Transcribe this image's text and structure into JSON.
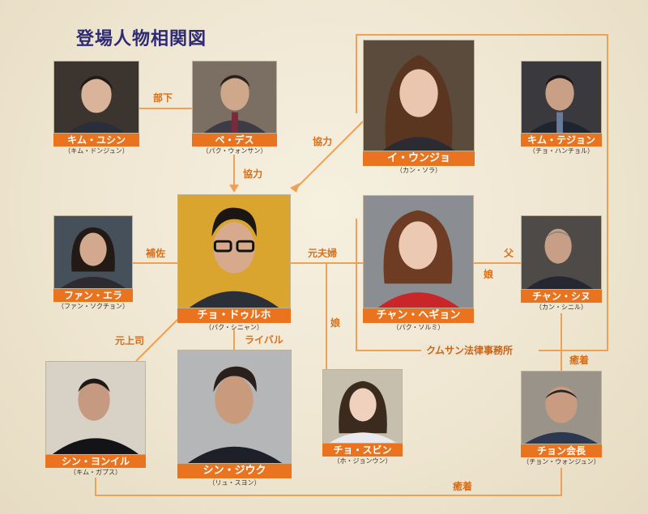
{
  "title": "登場人物相関図",
  "firm_label": "クムサン法律事務所",
  "colors": {
    "accent": "#e9731f",
    "line": "#eba257",
    "title": "#2e2a73"
  },
  "characters": [
    {
      "id": "kim-yusin",
      "name": "キム・ユシン",
      "actor": "（キム・ドンジュン）"
    },
    {
      "id": "bae-desu",
      "name": "ペ・デス",
      "actor": "（パク・ウォンサン）"
    },
    {
      "id": "lee-unjo",
      "name": "イ・ウンジョ",
      "actor": "（カン・ソラ）"
    },
    {
      "id": "kim-tejon",
      "name": "キム・テジョン",
      "actor": "（チョ・ハンチョル）"
    },
    {
      "id": "fan-era",
      "name": "ファン・エラ",
      "actor": "（ファン・ソクチョン）"
    },
    {
      "id": "cho-durho",
      "name": "チョ・ドゥルホ",
      "actor": "（パク・シニャン）"
    },
    {
      "id": "chan-hegyon",
      "name": "チャン・ヘギョン",
      "actor": "（パク・ソルミ）"
    },
    {
      "id": "chan-shinu",
      "name": "チャン・シヌ",
      "actor": "（カン・シニル）"
    },
    {
      "id": "shin-yonil",
      "name": "シン・ヨンイル",
      "actor": "（キム・ガプス）"
    },
    {
      "id": "shin-jiuku",
      "name": "シン・ジウク",
      "actor": "（リュ・スヨン）"
    },
    {
      "id": "cho-subin",
      "name": "チョ・スビン",
      "actor": "（ホ・ジョンウン）"
    },
    {
      "id": "chon-kaicho",
      "name": "チョン会長",
      "actor": "（チョン・ウォンジュン）"
    }
  ],
  "relations": {
    "buka": "部下",
    "kyoryoku_1": "協力",
    "kyoryoku_2": "協力",
    "hosa": "補佐",
    "moto_fufu": "元夫婦",
    "chichi": "父",
    "musume_1": "娘",
    "musume_2": "娘",
    "moto_joshi": "元上司",
    "rival": "ライバル",
    "yuchaku_1": "癒着",
    "yuchaku_2": "癒着"
  }
}
